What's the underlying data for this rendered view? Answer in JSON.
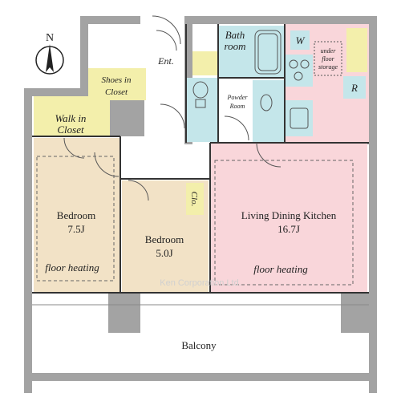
{
  "compass": {
    "label": "N"
  },
  "rooms": {
    "bathroom": {
      "line1": "Bath",
      "line2": "room"
    },
    "washer": {
      "label": "W"
    },
    "storage": {
      "line1": "under",
      "line2": "floor",
      "line3": "storage"
    },
    "refrigerator": {
      "label": "R"
    },
    "entrance": {
      "label": "Ent."
    },
    "shoes": {
      "line1": "Shoes in",
      "line2": "Closet"
    },
    "powder": {
      "line1": "Powder",
      "line2": "Room"
    },
    "walkin": {
      "line1": "Walk in",
      "line2": "Closet"
    },
    "bedroom1": {
      "name": "Bedroom",
      "size": "7.5J",
      "note": "floor heating"
    },
    "bedroom2": {
      "name": "Bedroom",
      "size": "5.0J"
    },
    "closet": {
      "label": "Clo."
    },
    "ldk": {
      "name": "Living Dining Kitchen",
      "size": "16.7J",
      "note": "floor heating"
    },
    "balcony": {
      "label": "Balcony"
    }
  },
  "watermark": "Ken Corporation Ltd.",
  "colors": {
    "wall": "#a3a3a3",
    "bedroom": "#f2e2c6",
    "ldk": "#f9d6da",
    "closet": "#f3efab",
    "wet": "#c4e6ea"
  }
}
